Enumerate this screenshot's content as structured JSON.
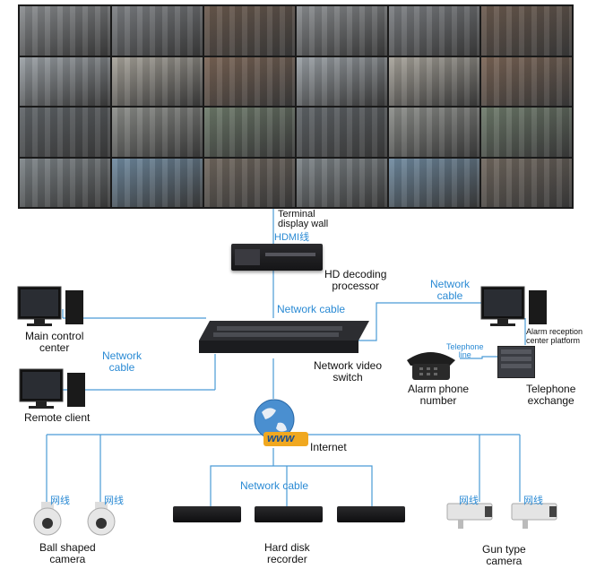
{
  "tiles": [
    "#8a8d90",
    "#7c7f83",
    "#6b5a4e",
    "#8a8d90",
    "#7c7f83",
    "#6b5a4e",
    "#9aa0a5",
    "#a7a39a",
    "#7a6455",
    "#9aa0a5",
    "#a7a39a",
    "#7a6455",
    "#5f6468",
    "#8c8e8a",
    "#6d7a6a",
    "#5f6468",
    "#8c8e8a",
    "#6d7a6a",
    "#7d8488",
    "#6f8aa0",
    "#70675e",
    "#7d8488",
    "#6f8aa0",
    "#70675e"
  ],
  "labels": {
    "terminal_wall": "Terminal\ndisplay wall",
    "hdmi": "HDMI线",
    "hd_decoding": "HD decoding\nprocessor",
    "network_cable_top": "Network cable",
    "network_cable_right": "Network\ncable",
    "main_control": "Main control\ncenter",
    "network_cable_left": "Network\ncable",
    "network_switch": "Network video\nswitch",
    "alarm_platform": "Alarm reception\ncenter platform",
    "telephone_line": "Telephone\nline",
    "alarm_phone": "Alarm phone\nnumber",
    "telephone_exchange": "Telephone\nexchange",
    "remote_client": "Remote client",
    "internet": "Internet",
    "www": "www",
    "network_cable_bottom": "Network cable",
    "wangxian_1": "网线",
    "wangxian_2": "网线",
    "wangxian_3": "网线",
    "wangxian_4": "网线",
    "ball_camera": "Ball shaped\ncamera",
    "hdd_recorder": "Hard disk\nrecorder",
    "gun_camera": "Gun type\ncamera"
  },
  "colors": {
    "line": "#4a9bd6",
    "label_blue": "#2a8ad4",
    "device_dark": "#1d1d1f"
  }
}
